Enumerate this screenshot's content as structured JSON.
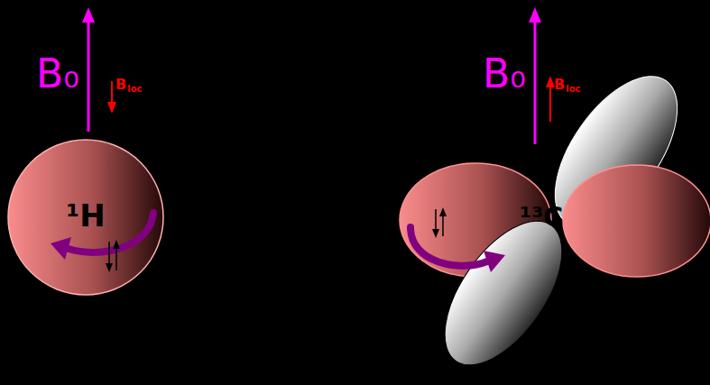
{
  "diagram": {
    "nodes": [
      {
        "text": [
          "¹H"
        ]
      }
    ],
    "labels": [
      "B₀",
      "B",
      "loc",
      "B₀",
      "B",
      "loc",
      "¹³C"
    ]
  }
}
